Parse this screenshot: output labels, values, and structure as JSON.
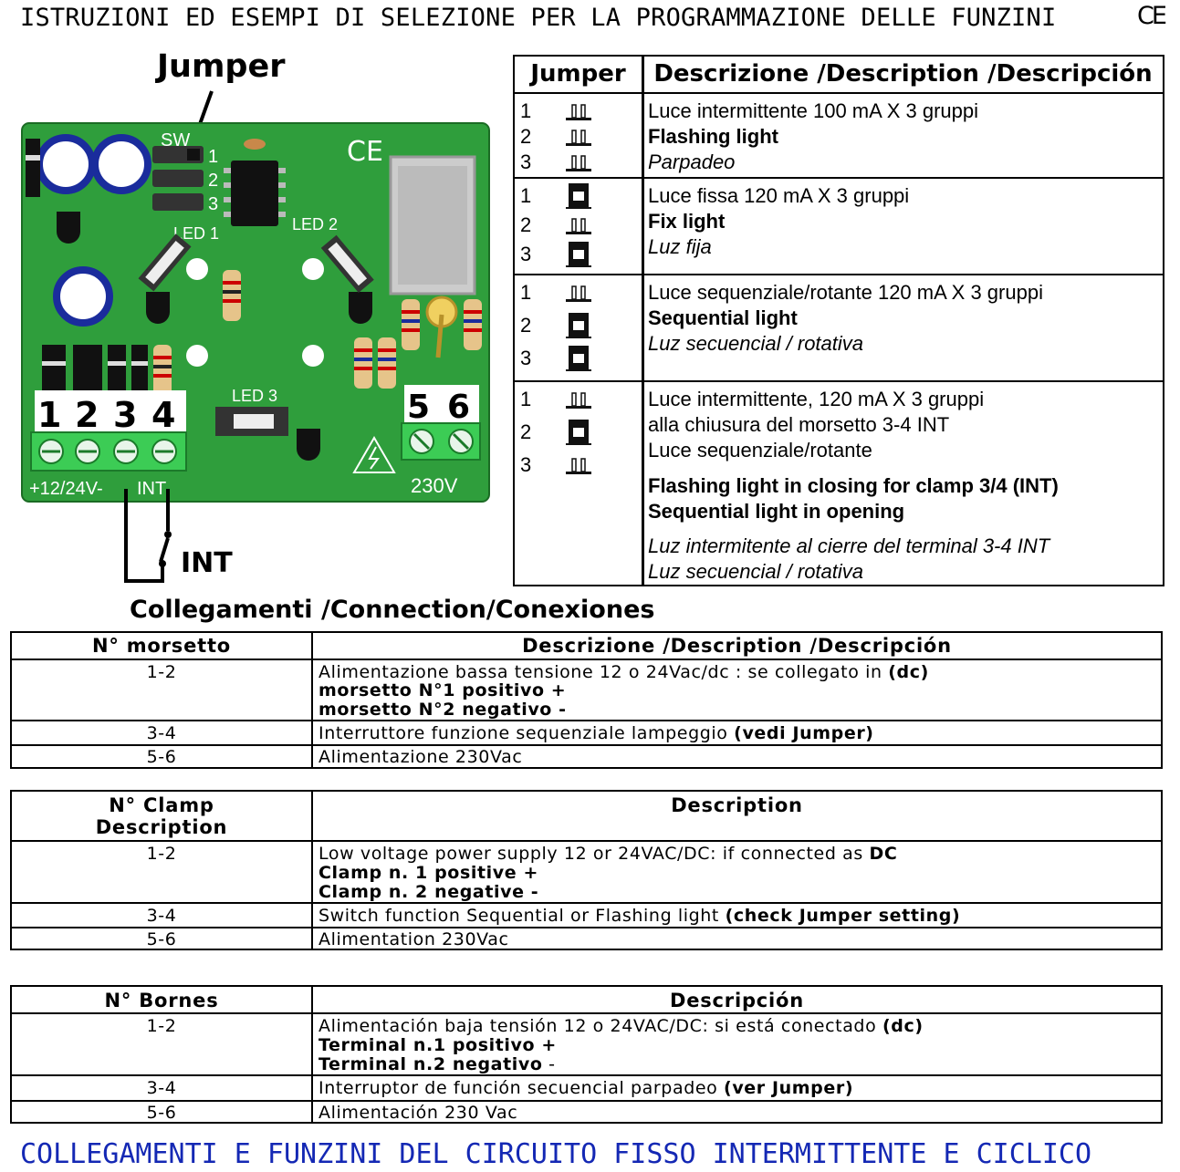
{
  "page_title": "ISTRUZIONI ED ESEMPI DI SELEZIONE PER LA PROGRAMMAZIONE DELLE FUNZINI",
  "ce_mark": "CE",
  "diagram": {
    "jumper_callout": "Jumper",
    "sw_label": "SW",
    "jumper_positions": [
      "1",
      "2",
      "3"
    ],
    "led_labels": [
      "LED 1",
      "LED 2",
      "LED 3"
    ],
    "terminal_numbers_left": [
      "1",
      "2",
      "3",
      "4"
    ],
    "terminal_numbers_right": [
      "5",
      "6"
    ],
    "supply_label": "+12/24V-",
    "int_terminal_label": "INT",
    "mains_label": "230V",
    "switch_label": "INT",
    "board_color": "#2f9e3c"
  },
  "jumper_table": {
    "header_jumper": "Jumper",
    "header_description": "Descrizione /Description /Descripción",
    "rows": [
      {
        "positions": [
          "1",
          "2",
          "3"
        ],
        "states": [
          "open",
          "open",
          "open"
        ],
        "lines": [
          "Luce intermittente 100 mA X 3 gruppi",
          "Flashing light",
          "Parpadeo"
        ]
      },
      {
        "positions": [
          "1",
          "2",
          "3"
        ],
        "states": [
          "closed",
          "open",
          "closed"
        ],
        "lines": [
          "Luce fissa 120 mA X 3 gruppi",
          "Fix light",
          "Luz fija"
        ]
      },
      {
        "positions": [
          "1",
          "2",
          "3"
        ],
        "states": [
          "open",
          "closed",
          "closed"
        ],
        "lines": [
          "Luce sequenziale/rotante 120 mA X 3 gruppi",
          "Sequential light",
          "Luz secuencial / rotativa"
        ]
      },
      {
        "positions": [
          "1",
          "2",
          "3"
        ],
        "states": [
          "open",
          "closed",
          "open"
        ],
        "lines": [
          "Luce intermittente, 120 mA X 3 gruppi",
          "alla chiusura del morsetto 3-4 INT",
          "Luce sequenziale/rotante",
          "Flashing light in closing for clamp 3/4 (INT)",
          "Sequential light in opening",
          "Luz intermitente al cierre del terminal  3-4 INT",
          "Luz secuencial / rotativa"
        ]
      }
    ]
  },
  "connections_title": "Collegamenti /Connection/Conexiones",
  "table_it": {
    "header_col1": "N° morsetto",
    "header_col2": "Descrizione /Description /Descripción",
    "rows": [
      {
        "n": "1-2",
        "text": "Alimentazione bassa tensione 12 o 24Vac/dc : se collegato  in ",
        "bold": "(dc)",
        "line2": "morsetto N°1  positivo +",
        "line3": "morsetto N°2 negativo -"
      },
      {
        "n": "3-4",
        "text": "Interruttore funzione sequenziale lampeggio ",
        "bold": "(vedi Jumper)"
      },
      {
        "n": "5-6",
        "text": "Alimentazione 230Vac"
      }
    ]
  },
  "table_en": {
    "header_col1_a": "N° Clamp",
    "header_col1_b": "Description",
    "header_col2": "Description",
    "rows": [
      {
        "n": "1-2",
        "text": "Low voltage power supply 12 or 24VAC/DC: if connected as ",
        "bold": "DC",
        "line2": "Clamp n. 1 positive +",
        "line3": "Clamp n. 2 negative -"
      },
      {
        "n": "3-4",
        "text": "Switch function Sequential or Flashing light ",
        "bold": "(check Jumper setting)"
      },
      {
        "n": "5-6",
        "text": "Alimentation 230Vac"
      }
    ]
  },
  "table_es": {
    "header_col1": "N° Bornes",
    "header_col2": "Descripción",
    "rows": [
      {
        "n": "1-2",
        "text": "Alimentación  baja tensión 12 o 24VAC/DC: si está conectado ",
        "bold": "(dc)",
        "line2": "Terminal  n.1 positivo +",
        "line3_bold": "Terminal n.2 negativo",
        "line3_tail": " -"
      },
      {
        "n": "3-4",
        "text": "Interruptor de función secuencial parpadeo ",
        "bold": "(ver Jumper)"
      },
      {
        "n": "5-6",
        "text": "Alimentación  230 Vac"
      }
    ]
  },
  "footer_title": "COLLEGAMENTI E FUNZINI DEL CIRCUITO FISSO INTERMITTENTE E CICLICO",
  "footer_color": "#1428b4"
}
